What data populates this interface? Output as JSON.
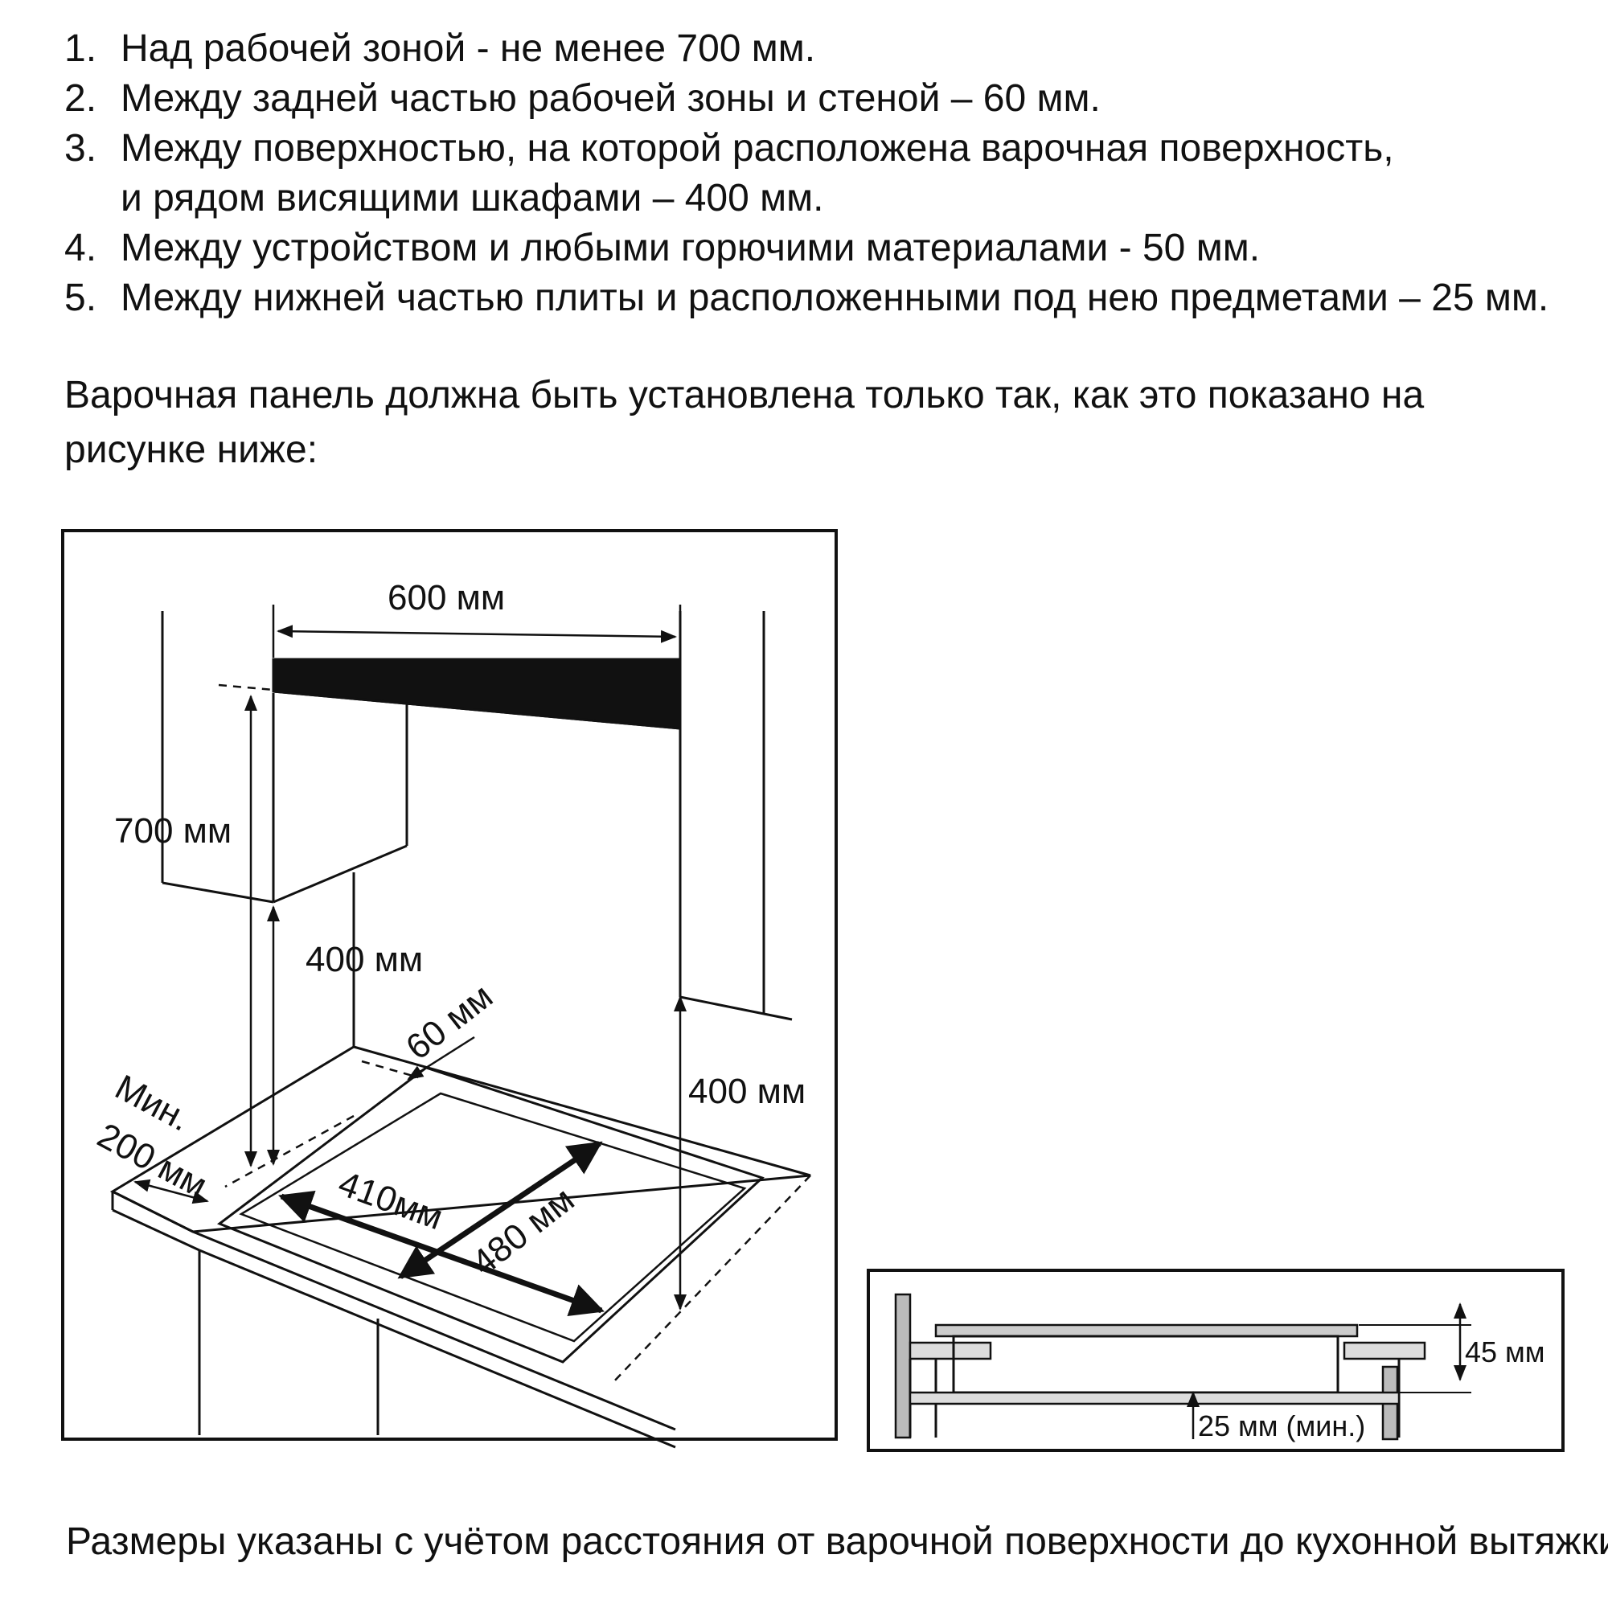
{
  "requirements": [
    {
      "num": "1.",
      "lines": [
        "Над рабочей зоной - не менее 700 мм."
      ]
    },
    {
      "num": "2.",
      "lines": [
        "Между задней частью рабочей зоны и стеной – 60 мм."
      ]
    },
    {
      "num": "3.",
      "lines": [
        "Между поверхностью, на которой расположена варочная поверхность,",
        "и рядом висящими шкафами – 400 мм."
      ]
    },
    {
      "num": "4.",
      "lines": [
        "Между устройством и любыми горючими материалами - 50 мм."
      ]
    },
    {
      "num": "5.",
      "lines": [
        "Между нижней частью плиты и расположенными под нею предметами – 25 мм."
      ]
    }
  ],
  "intro": "Варочная панель должна быть установлена только так, как это показано на рисунке ниже:",
  "diagram": {
    "width_label": "600 мм",
    "height_label": "700 мм",
    "cabinet_left_label": "400 мм",
    "cabinet_right_label": "400 мм",
    "wall_gap_label": "60 мм",
    "side_min_label_1": "Мин.",
    "side_min_label_2": "200 мм",
    "cutout_width_label": "410мм",
    "cutout_depth_label": "480 мм"
  },
  "section": {
    "thickness_label": "45 мм",
    "clearance_label": "25 мм (мин.)"
  },
  "footer": "Размеры указаны с учётом расстояния от варочной поверхности до кухонной вытяжки."
}
